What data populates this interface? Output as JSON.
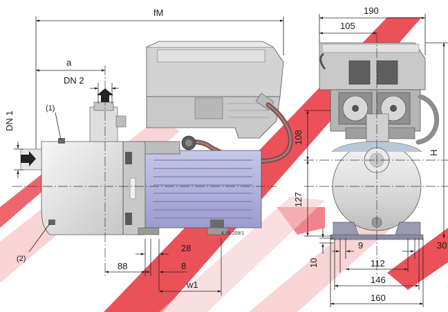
{
  "colors": {
    "watermark_red": "#e8323c",
    "watermark_pink": "#f6c9cb",
    "pump_gray": "#dcdcdc",
    "motor_blue": "#a9a9d6",
    "motor_blue_light": "#c4c4e6",
    "controller_gray": "#cfcfcf",
    "cable_brown": "#8a5c5c"
  },
  "icons": [
    "suction-arrow-icon",
    "discharge-arrow-icon",
    "fan-icon"
  ],
  "labels": {
    "fM": "fM",
    "a": "a",
    "DN2": "DN 2",
    "DN1": "DN 1",
    "callout1": "(1)",
    "callout2": "(2)",
    "dim28": "28",
    "dim88": "88",
    "dim8": "8",
    "w1": "w1",
    "ref": "4.93.209/1",
    "dim190": "190",
    "dim105": "105",
    "dim108": "108",
    "dim127": "127",
    "H": "H",
    "dim9": "9",
    "dim30": "30",
    "dim10": "10",
    "dim112": "112",
    "dim146": "146",
    "dim160": "160"
  }
}
